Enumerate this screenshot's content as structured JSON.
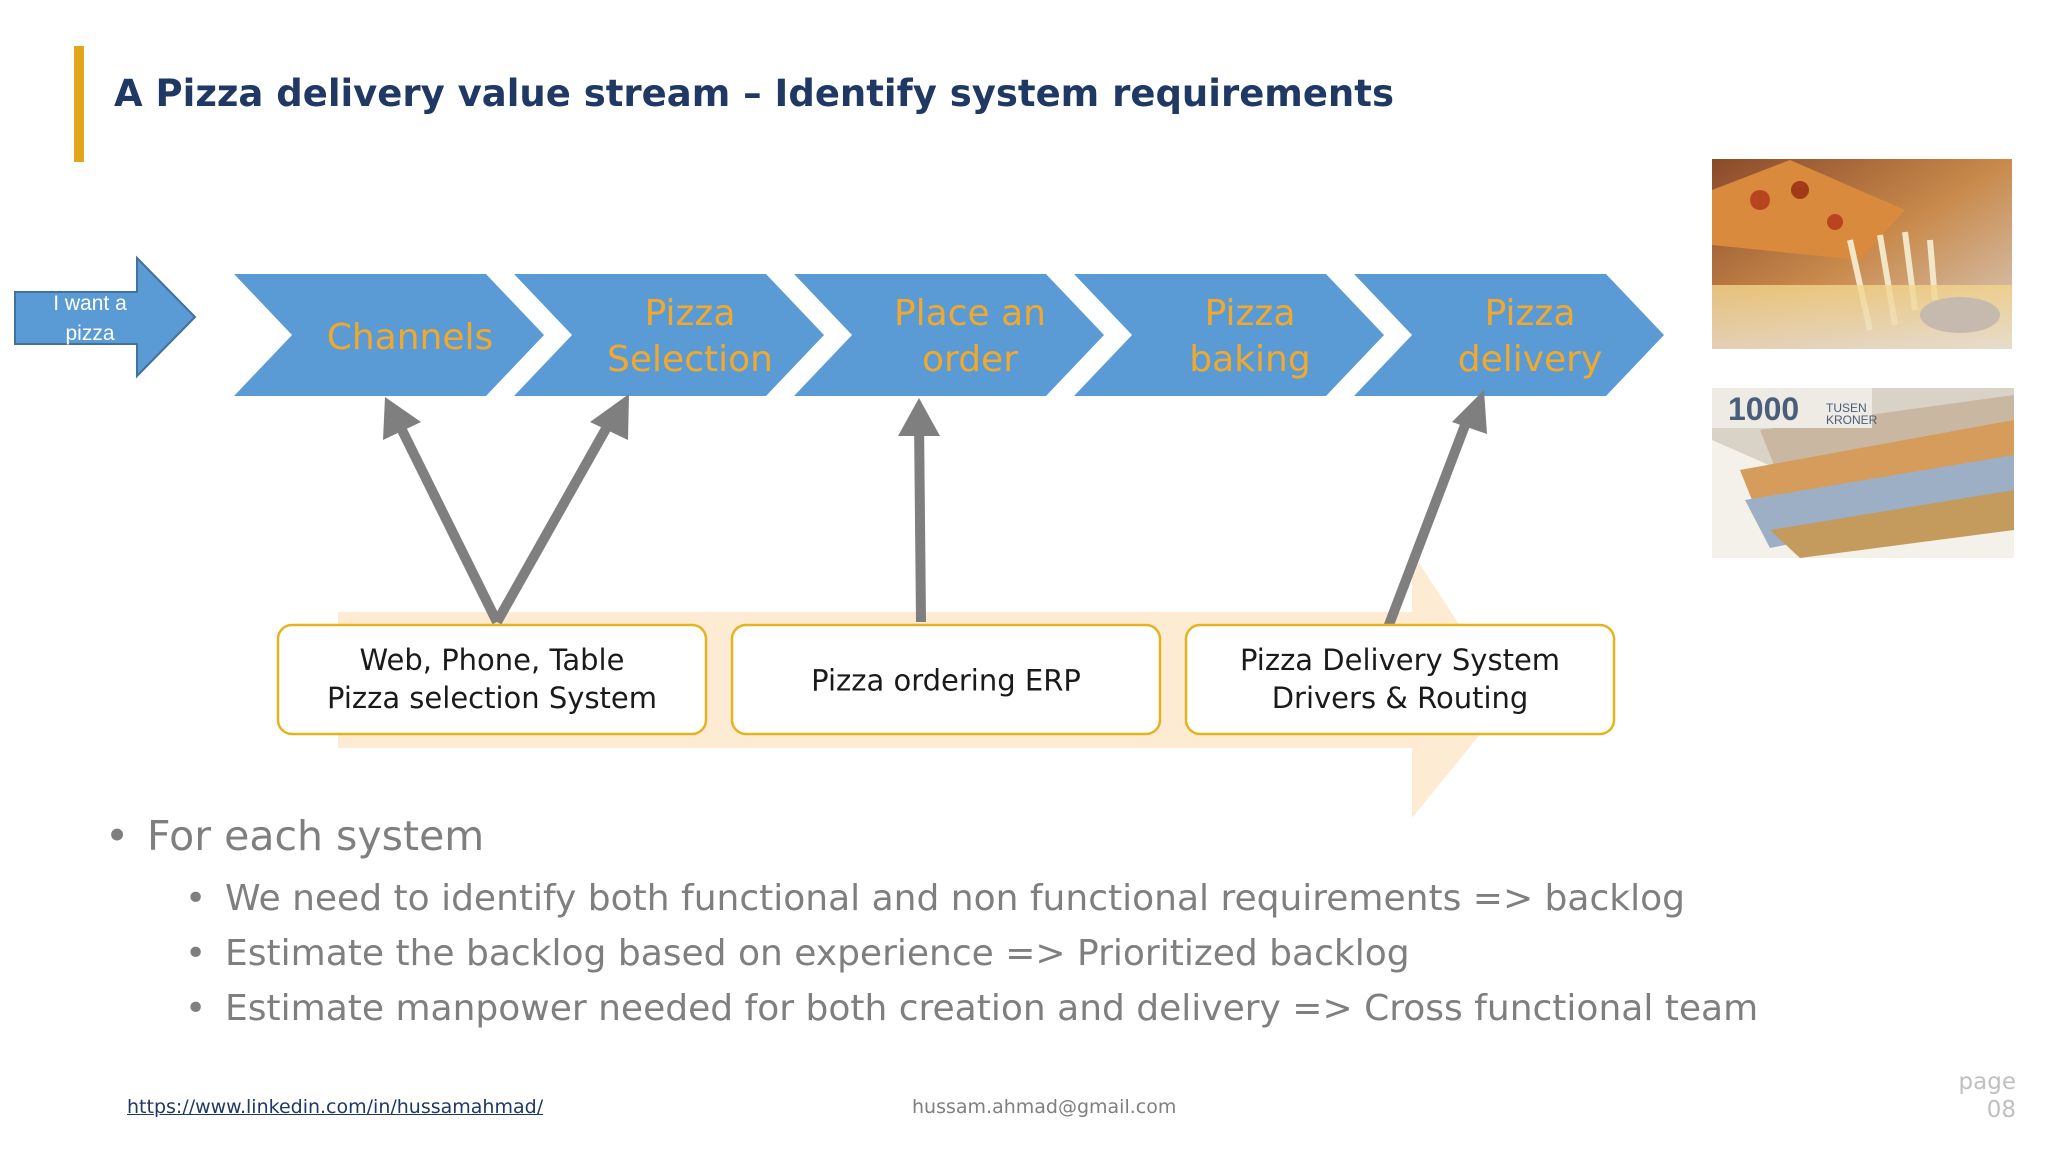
{
  "title": "A Pizza delivery value stream – Identify system requirements",
  "start_label_line1": "I want a",
  "start_label_line2": "pizza",
  "stages": [
    {
      "line1": "Channels",
      "line2": ""
    },
    {
      "line1": "Pizza",
      "line2": "Selection"
    },
    {
      "line1": "Place an",
      "line2": "order"
    },
    {
      "line1": "Pizza",
      "line2": "baking"
    },
    {
      "line1": "Pizza",
      "line2": "delivery"
    }
  ],
  "systems": [
    {
      "line1": "Web, Phone, Table",
      "line2": "Pizza selection System"
    },
    {
      "line1": "Pizza ordering ERP",
      "line2": ""
    },
    {
      "line1": "Pizza Delivery System",
      "line2": "Drivers & Routing"
    }
  ],
  "bullets": {
    "main": "For each system",
    "sub": [
      "We need to identify both functional and non functional requirements => backlog",
      "Estimate the backlog based on experience  => Prioritized backlog",
      "Estimate manpower needed for both creation and delivery => Cross functional team"
    ]
  },
  "banknote_text": {
    "value": "1000",
    "currency1": "TUSEN",
    "currency2": "KRONER"
  },
  "footer": {
    "link": "https://www.linkedin.com/in/hussamahmad/",
    "email": "hussam.ahmad@gmail.com",
    "page_label": "page",
    "page_number": "08"
  },
  "colors": {
    "chevron": "#5B9BD5",
    "chevron_text": "#F0A92C",
    "accent": "#E2A51B",
    "system_border": "#E5B320",
    "background_arrow": "#FDEBD3",
    "connector": "#7F7F7F"
  }
}
